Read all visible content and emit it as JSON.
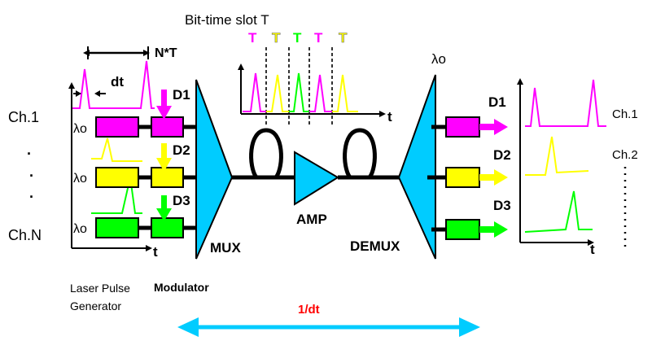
{
  "labels": {
    "bit_time_slot": "Bit-time slot  T",
    "slot_letters": [
      "T",
      "T",
      "T",
      "T",
      "T"
    ],
    "n_times_t": "N*T",
    "dt": "dt",
    "lambda_o": "λo",
    "ch1": "Ch.1",
    "dots": "·",
    "chN": "Ch.N",
    "d1": "D1",
    "d2": "D2",
    "d3": "D3",
    "t": "t",
    "mux": "MUX",
    "demux": "DEMUX",
    "amp": "AMP",
    "laser_pulse": "Laser Pulse",
    "generator": "Generator",
    "modulator": "Modulator",
    "one_over_dt": "1/dt",
    "out_ch1": "Ch.1",
    "out_ch2": "Ch.2"
  },
  "colors": {
    "magenta": "#ff00ff",
    "yellow": "#ffff00",
    "green": "#00ff00",
    "cyan": "#00ccff",
    "red": "#ff0000",
    "slot_yellow_text": "#cccc00"
  }
}
